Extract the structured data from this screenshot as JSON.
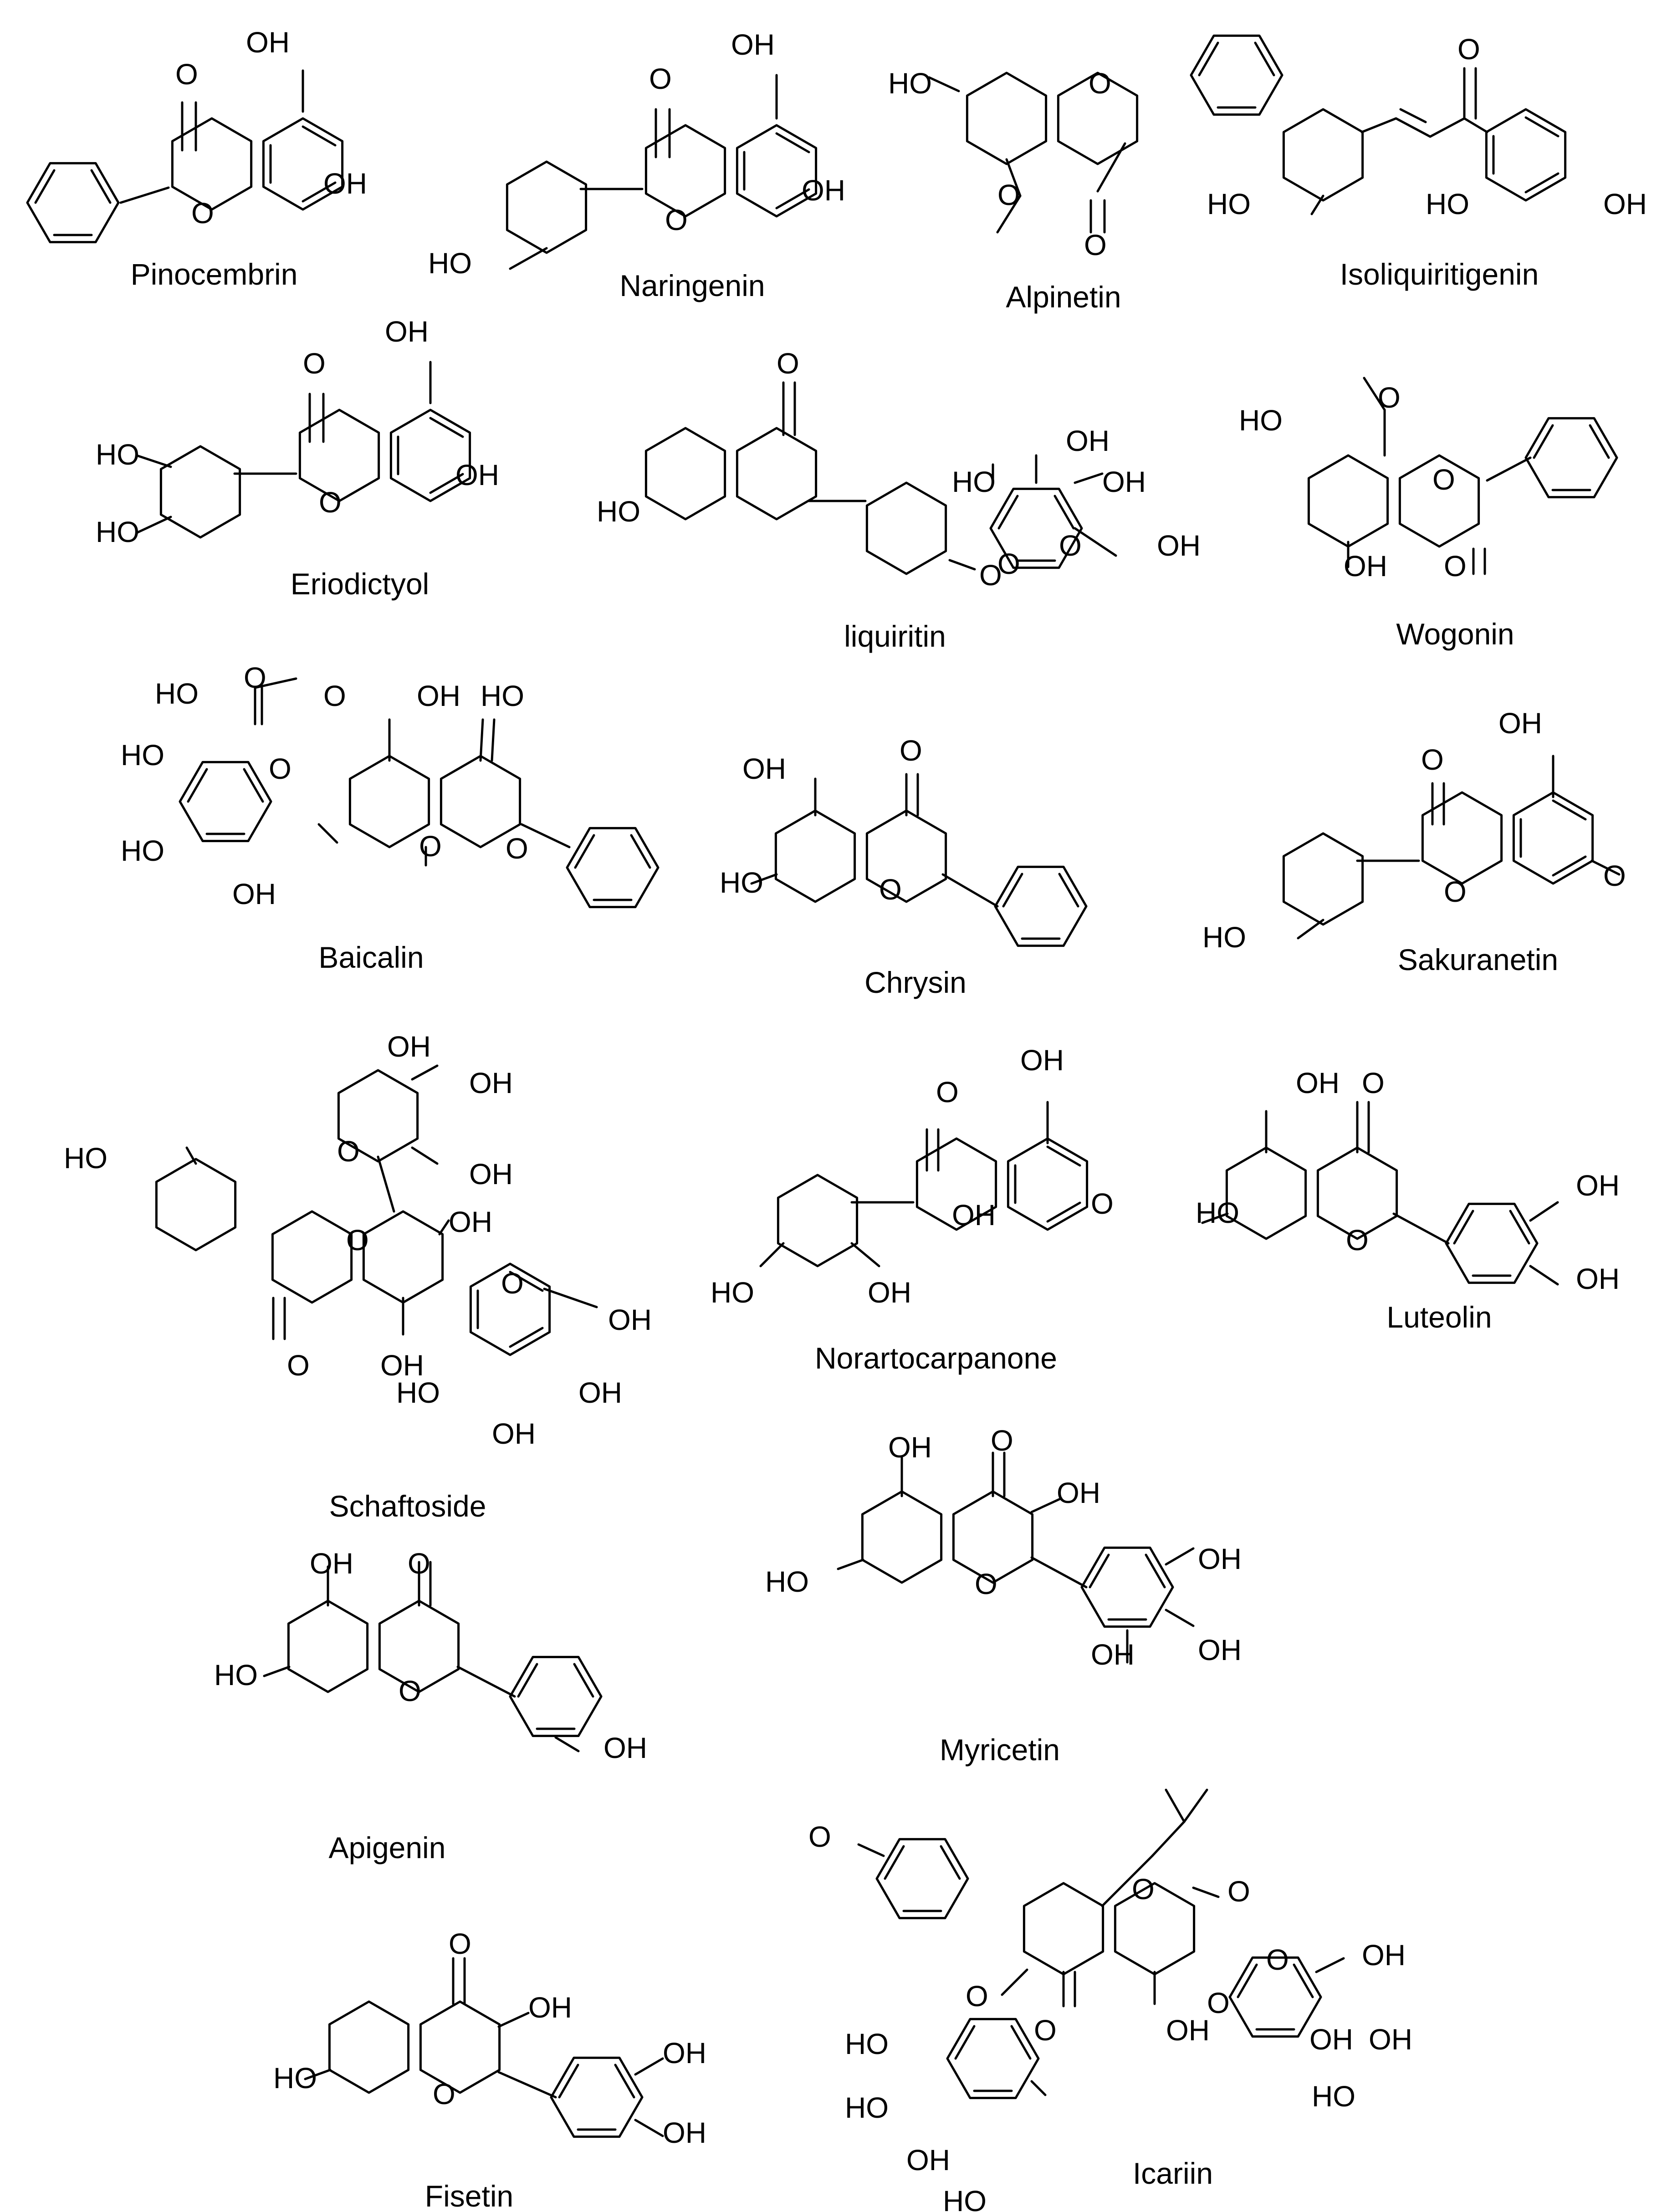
{
  "diagram": {
    "compounds": [
      {
        "id": "pinocembrin",
        "name": "Pinocembrin",
        "atoms": [
          "O",
          "OH",
          "OH",
          "O"
        ]
      },
      {
        "id": "naringenin",
        "name": "Naringenin",
        "atoms": [
          "O",
          "OH",
          "OH",
          "O",
          "HO"
        ]
      },
      {
        "id": "alpinetin",
        "name": "Alpinetin",
        "atoms": [
          "HO",
          "O",
          "O",
          "O"
        ]
      },
      {
        "id": "isoliquiritigenin",
        "name": "Isoliquiritigenin",
        "atoms": [
          "O",
          "HO",
          "HO",
          "OH"
        ]
      },
      {
        "id": "eriodictyol",
        "name": "Eriodictyol",
        "atoms": [
          "O",
          "OH",
          "OH",
          "O",
          "HO",
          "HO"
        ]
      },
      {
        "id": "liquiritin",
        "name": "liquiritin",
        "atoms": [
          "O",
          "HO",
          "O",
          "O",
          "O",
          "HO",
          "OH",
          "OH",
          "OH"
        ]
      },
      {
        "id": "wogonin",
        "name": "Wogonin",
        "atoms": [
          "O",
          "HO",
          "O",
          "OH",
          "O"
        ]
      },
      {
        "id": "baicalin",
        "name": "Baicalin",
        "atoms": [
          "HO",
          "O",
          "O",
          "HO",
          "HO",
          "OH",
          "O",
          "OH",
          "HO",
          "O",
          "O"
        ]
      },
      {
        "id": "chrysin",
        "name": "Chrysin",
        "atoms": [
          "OH",
          "O",
          "HO",
          "O"
        ]
      },
      {
        "id": "sakuranetin",
        "name": "Sakuranetin",
        "atoms": [
          "O",
          "OH",
          "O",
          "O",
          "HO"
        ]
      },
      {
        "id": "schaftoside",
        "name": "Schaftoside",
        "atoms": [
          "OH",
          "OH",
          "O",
          "OH",
          "HO",
          "O",
          "OH",
          "O",
          "OH",
          "O",
          "OH",
          "HO",
          "OH",
          "OH"
        ]
      },
      {
        "id": "norartocarpanone",
        "name": "Norartocarpanone",
        "atoms": [
          "O",
          "OH",
          "O",
          "OH",
          "HO",
          "OH"
        ]
      },
      {
        "id": "luteolin",
        "name": "Luteolin",
        "atoms": [
          "OH",
          "O",
          "HO",
          "O",
          "OH",
          "OH"
        ]
      },
      {
        "id": "myricetin",
        "name": "Myricetin",
        "atoms": [
          "OH",
          "O",
          "OH",
          "HO",
          "O",
          "OH",
          "OH",
          "OH"
        ]
      },
      {
        "id": "apigenin",
        "name": "Apigenin",
        "atoms": [
          "OH",
          "O",
          "HO",
          "O",
          "OH"
        ]
      },
      {
        "id": "icariin",
        "name": "Icariin",
        "atoms": [
          "O",
          "O",
          "O",
          "O",
          "O",
          "O",
          "OH",
          "HO",
          "HO",
          "OH",
          "HO",
          "OH",
          "O",
          "OH",
          "HO",
          "OH"
        ]
      },
      {
        "id": "fisetin",
        "name": "Fisetin",
        "atoms": [
          "O",
          "OH",
          "HO",
          "O",
          "OH",
          "OH"
        ]
      }
    ]
  }
}
